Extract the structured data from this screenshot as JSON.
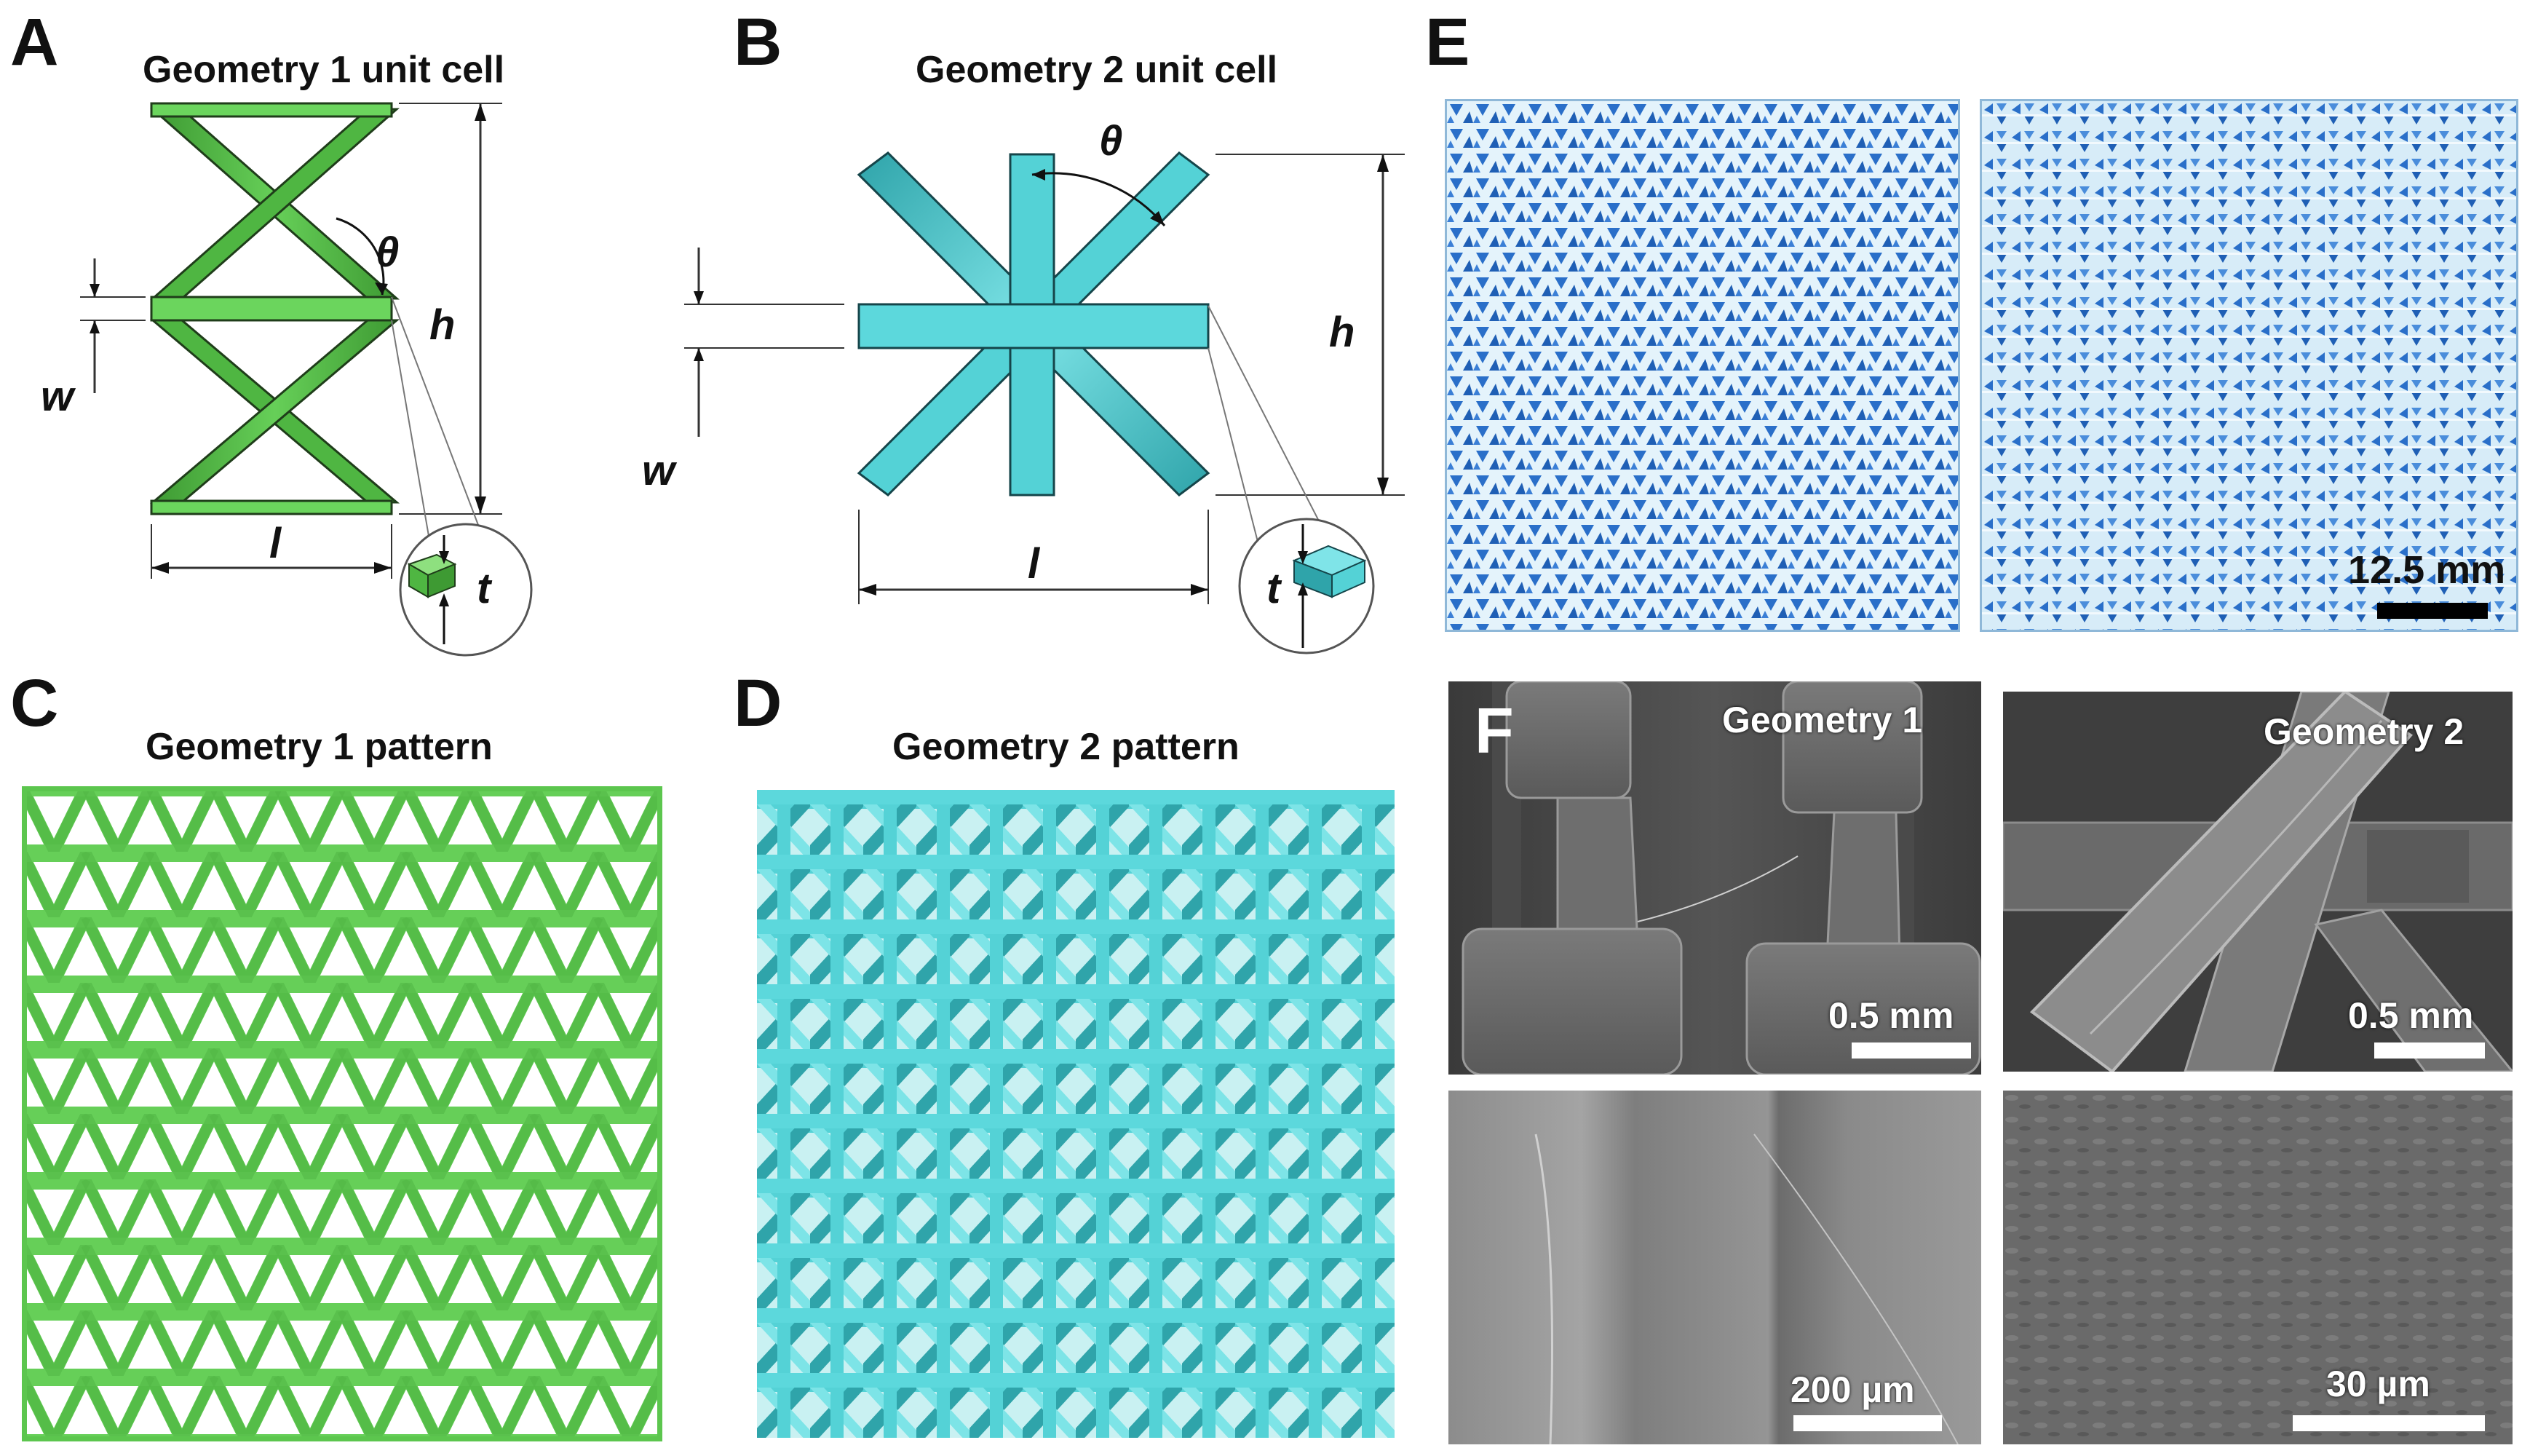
{
  "panels": {
    "A": {
      "letter": "A",
      "title": "Geometry 1 unit cell",
      "dims": {
        "theta": "θ",
        "h": "h",
        "w": "w",
        "l": "l",
        "t": "t"
      }
    },
    "B": {
      "letter": "B",
      "title": "Geometry 2 unit cell",
      "dims": {
        "theta": "θ",
        "h": "h",
        "w": "w",
        "l": "l",
        "t": "t"
      }
    },
    "C": {
      "letter": "C",
      "title": "Geometry 1 pattern"
    },
    "D": {
      "letter": "D",
      "title": "Geometry 2 pattern"
    },
    "E": {
      "letter": "E",
      "scale_bar": "12.5 mm"
    },
    "F": {
      "letter": "F",
      "images": [
        {
          "label": "Geometry 1",
          "scale_bar": "0.5 mm"
        },
        {
          "label": "Geometry 2",
          "scale_bar": "0.5 mm"
        },
        {
          "label": "",
          "scale_bar": "200 µm"
        },
        {
          "label": "",
          "scale_bar": "30 µm"
        }
      ]
    }
  },
  "colors": {
    "geometry1_green": "#5cc64e",
    "geometry1_dark": "#3e9a33",
    "geometry2_cyan": "#54d2d6",
    "geometry2_dark": "#2fa4aa",
    "photo_blue": "#2a6fc9",
    "sem_gray": "#6e6e6e"
  }
}
